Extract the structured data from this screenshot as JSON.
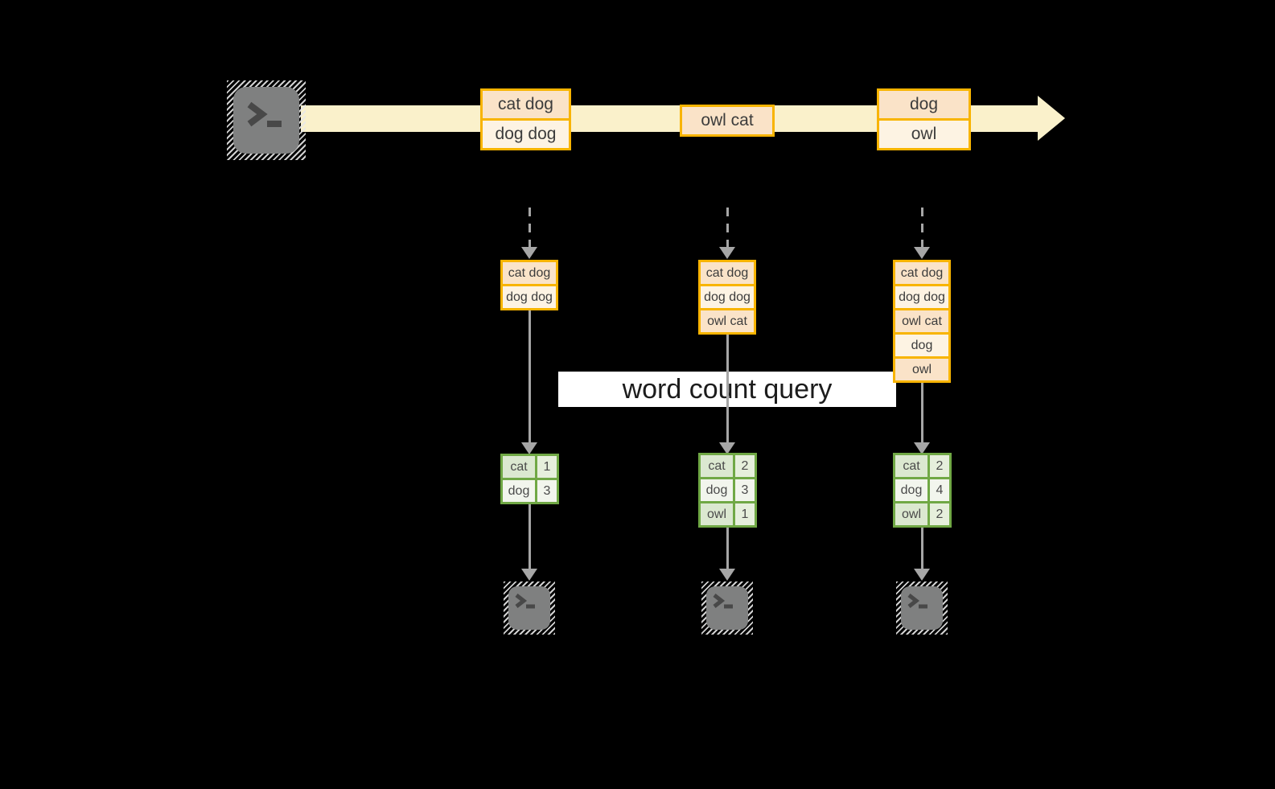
{
  "query": {
    "label": "word count query"
  },
  "stream": {
    "source_icon": "terminal-icon",
    "batches": [
      {
        "items": [
          "cat dog",
          "dog dog"
        ]
      },
      {
        "items": [
          "owl cat"
        ]
      },
      {
        "items": [
          "dog",
          "owl"
        ]
      }
    ]
  },
  "micro_batches": [
    {
      "state": [
        "cat dog",
        "dog dog"
      ],
      "counts": [
        {
          "word": "cat",
          "count": "1"
        },
        {
          "word": "dog",
          "count": "3"
        }
      ],
      "sink_icon": "terminal-icon"
    },
    {
      "state": [
        "cat dog",
        "dog dog",
        "owl cat"
      ],
      "counts": [
        {
          "word": "cat",
          "count": "2"
        },
        {
          "word": "dog",
          "count": "3"
        },
        {
          "word": "owl",
          "count": "1"
        }
      ],
      "sink_icon": "terminal-icon"
    },
    {
      "state": [
        "cat dog",
        "dog dog",
        "owl cat",
        "dog",
        "owl"
      ],
      "counts": [
        {
          "word": "cat",
          "count": "2"
        },
        {
          "word": "dog",
          "count": "4"
        },
        {
          "word": "owl",
          "count": "2"
        }
      ],
      "sink_icon": "terminal-icon"
    }
  ],
  "colors": {
    "background": "#000000",
    "stream_band": "#FAF1CB",
    "accent_orange": "#F8B400",
    "fill_peach": "#FAE3C8",
    "fill_cream": "#FDF3E3",
    "accent_green": "#70A845",
    "fill_sage": "#DBE8D0",
    "fill_pale": "#F2F5ED",
    "arrow_gray": "#A6A6A6",
    "query_band_bg": "#FFFFFF",
    "terminal_gray": "#7F8080"
  }
}
